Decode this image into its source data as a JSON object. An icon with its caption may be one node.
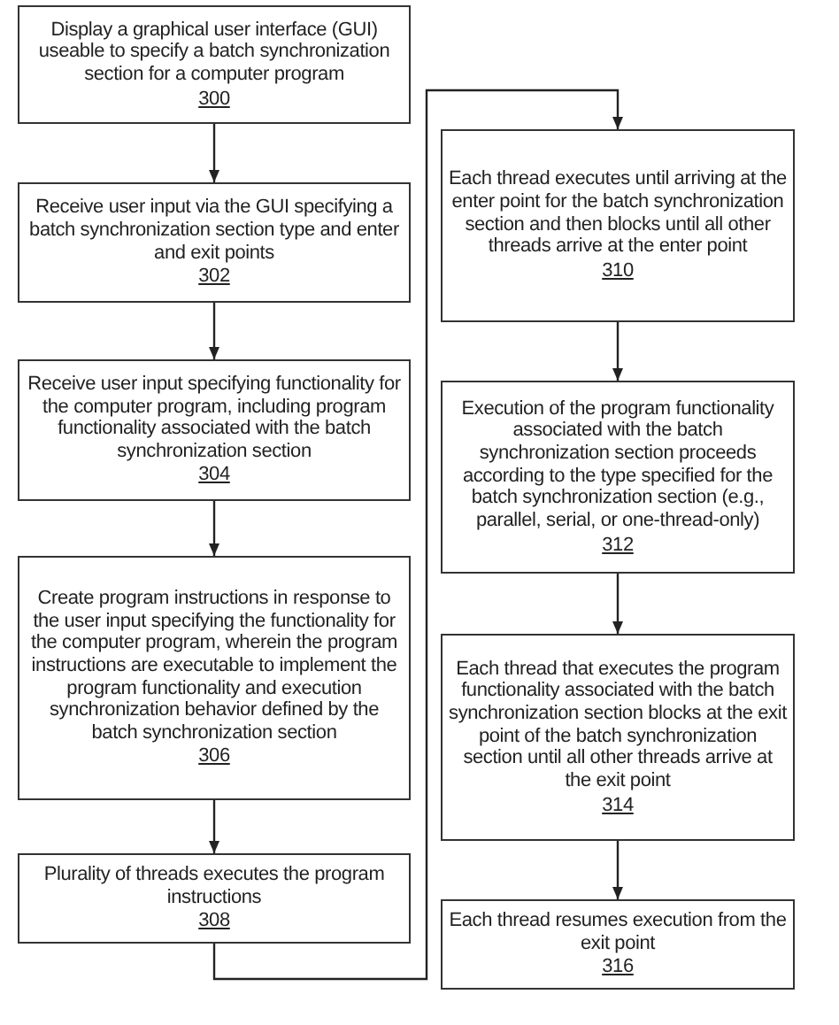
{
  "diagram": {
    "nodes": [
      {
        "text": [
          "Display a graphical user interface (GUI) useable to specify a batch synchronization section for a computer program",
          "300"
        ]
      },
      {
        "text": [
          "Receive user input via the GUI specifying a batch synchronization section type and enter and exit points",
          "302"
        ]
      },
      {
        "text": [
          "Receive user input specifying functionality for the computer program, including program functionality associated with the batch synchronization section",
          "304"
        ]
      },
      {
        "text": [
          "Create program instructions in response to the user input specifying the functionality for the computer program, wherein the program instructions are executable to implement the program functionality and execution synchronization behavior defined by the batch synchronization section",
          "306"
        ]
      },
      {
        "text": [
          "Plurality of threads executes the program instructions",
          "308"
        ]
      },
      {
        "text": [
          "Each thread executes until arriving at the enter point for the batch synchronization section and then blocks until all other threads arrive at the enter point",
          "310"
        ]
      },
      {
        "text": [
          "Execution of the program functionality associated with the batch synchronization section proceeds according to the type specified for the batch synchronization section (e.g., parallel, serial, or one-thread-only)",
          "312"
        ]
      },
      {
        "text": [
          "Each thread that executes the program functionality associated with the batch synchronization section blocks at the exit point of the batch synchronization section until all other threads arrive at the exit point",
          "314"
        ]
      },
      {
        "text": [
          "Each thread resumes execution from the exit point",
          "316"
        ]
      }
    ],
    "edges": [
      {
        "from": 0,
        "to": 1,
        "arrow": "to"
      },
      {
        "from": 1,
        "to": 2,
        "arrow": "to"
      },
      {
        "from": 2,
        "to": 3,
        "arrow": "to"
      },
      {
        "from": 3,
        "to": 4,
        "arrow": "to"
      },
      {
        "from": 4,
        "to": 5,
        "arrow": "to"
      },
      {
        "from": 5,
        "to": 6,
        "arrow": "to"
      },
      {
        "from": 6,
        "to": 7,
        "arrow": "to"
      },
      {
        "from": 7,
        "to": 8,
        "arrow": "to"
      }
    ]
  }
}
